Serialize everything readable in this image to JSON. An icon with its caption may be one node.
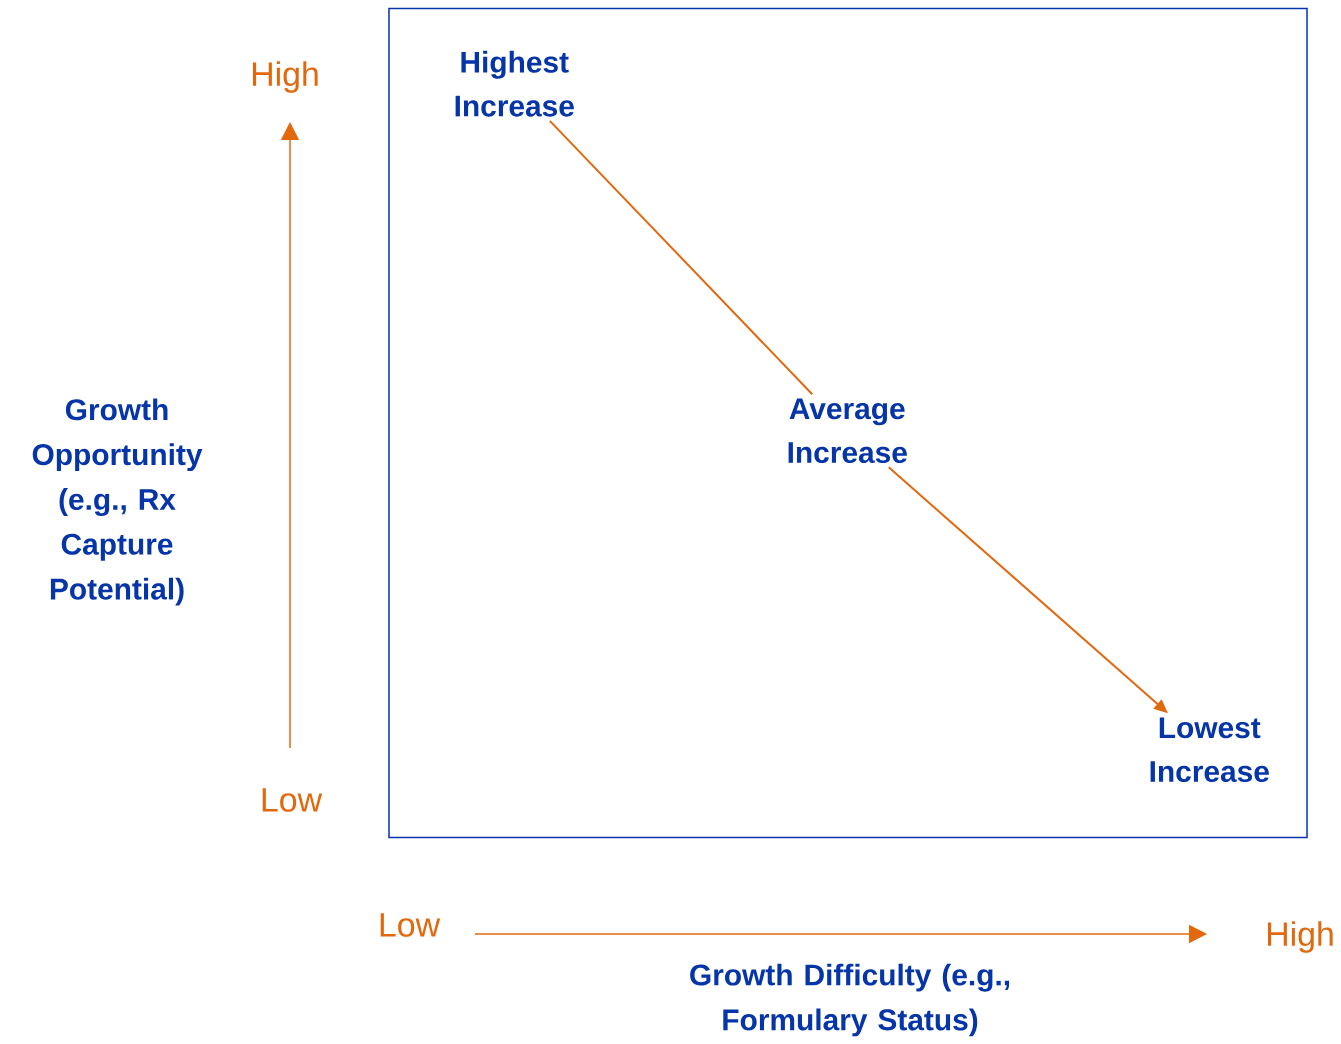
{
  "diagram": {
    "nodes": [
      {
        "text": [],
        "shape": "box"
      },
      {
        "text": [
          "Highest Increase"
        ],
        "in": 0
      },
      {
        "text": [
          "Average Increase"
        ],
        "in": 0
      },
      {
        "text": [
          "Lowest Increase"
        ],
        "in": 0
      }
    ],
    "edges": [
      {
        "from": 1,
        "to": 2,
        "arrow": "none"
      },
      {
        "from": 2,
        "to": 3,
        "arrow": "to"
      }
    ],
    "labels": [
      "High",
      "Low",
      "Growth Opportunity (e.g., Rx Capture Potential)",
      "Low",
      "High",
      "Growth Difficulty (e.g., Formulary Status)"
    ]
  }
}
